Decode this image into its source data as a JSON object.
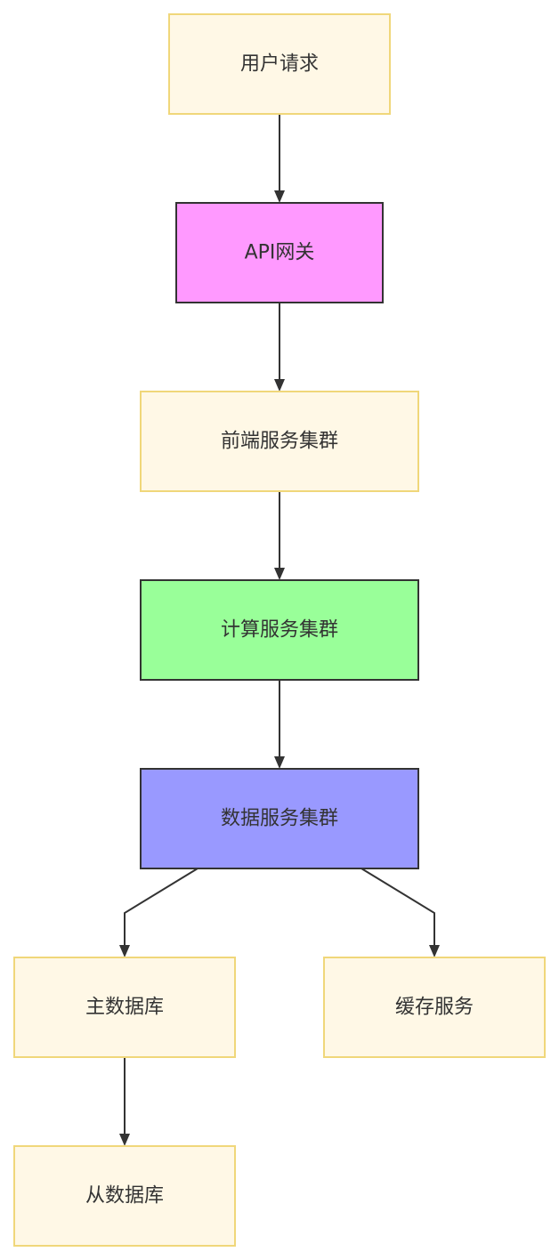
{
  "nodes": [
    {
      "id": "user-request",
      "label": "用户请求",
      "fill": "#fff8e6",
      "stroke": "#f0d77a"
    },
    {
      "id": "api-gateway",
      "label": "API网关",
      "fill": "#ff99ff",
      "stroke": "#333333"
    },
    {
      "id": "frontend-cluster",
      "label": "前端服务集群",
      "fill": "#fff8e6",
      "stroke": "#f0d77a"
    },
    {
      "id": "compute-cluster",
      "label": "计算服务集群",
      "fill": "#99ff99",
      "stroke": "#333333"
    },
    {
      "id": "data-cluster",
      "label": "数据服务集群",
      "fill": "#9999ff",
      "stroke": "#333333"
    },
    {
      "id": "primary-db",
      "label": "主数据库",
      "fill": "#fff8e6",
      "stroke": "#f0d77a"
    },
    {
      "id": "cache-service",
      "label": "缓存服务",
      "fill": "#fff8e6",
      "stroke": "#f0d77a"
    },
    {
      "id": "replica-db",
      "label": "从数据库",
      "fill": "#fff8e6",
      "stroke": "#f0d77a"
    }
  ],
  "edges": [
    {
      "from": "user-request",
      "to": "api-gateway"
    },
    {
      "from": "api-gateway",
      "to": "frontend-cluster"
    },
    {
      "from": "frontend-cluster",
      "to": "compute-cluster"
    },
    {
      "from": "compute-cluster",
      "to": "data-cluster"
    },
    {
      "from": "data-cluster",
      "to": "primary-db"
    },
    {
      "from": "data-cluster",
      "to": "cache-service"
    },
    {
      "from": "primary-db",
      "to": "replica-db"
    }
  ],
  "colors": {
    "edge": "#333333",
    "text": "#333333"
  }
}
